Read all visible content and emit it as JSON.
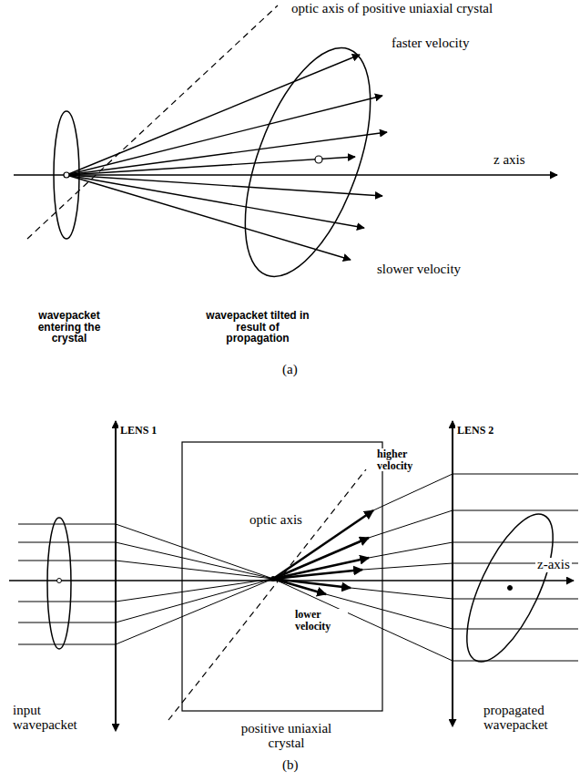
{
  "diagram": {
    "labels": [
      "optic axis of positive uniaxial crystal",
      "faster velocity",
      "z axis",
      "slower velocity",
      "wavepacket entering the crystal",
      "wavepacket tilted in result of propagation",
      "(a)",
      "LENS 1",
      "higher velocity",
      "LENS 2",
      "optic axis",
      "z-axis",
      "lower velocity",
      "input wavepacket",
      "positive uniaxial crystal",
      "propagated wavepacket",
      "(b)"
    ]
  }
}
